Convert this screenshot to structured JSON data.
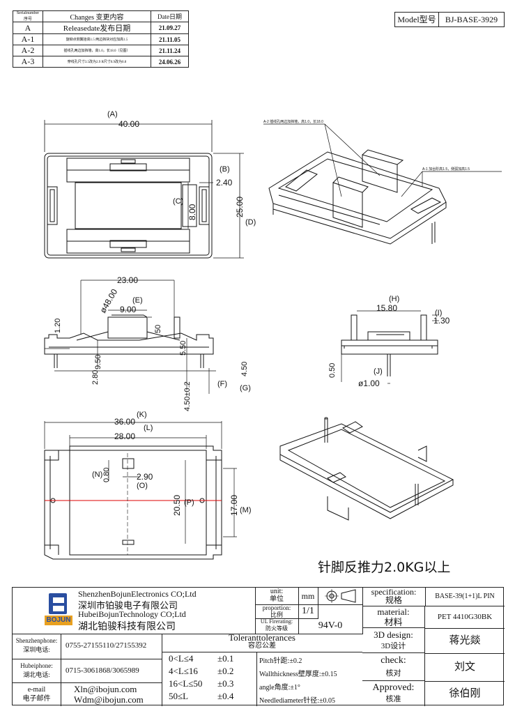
{
  "revisions": {
    "headers": [
      "Serialnumber序号",
      "Changes 变更内容",
      "Date日期"
    ],
    "rows": [
      {
        "no": "A",
        "change": "Releasedate发布日期",
        "date": "21.09.27"
      },
      {
        "no": "A-1",
        "change": "旋铆点侧翼拾高1.5 两边挡块对应加高1.5",
        "date": "21.11.05"
      },
      {
        "no": "A-2",
        "change": "插线孔两边加挡墙，高1.0，长18.0（见图）",
        "date": "21.11.24"
      },
      {
        "no": "A-3",
        "change": "穿线孔尺寸3.5改为2.9 R尺寸0.9改为0.8",
        "date": "24.06.26"
      }
    ]
  },
  "model": {
    "label": "Model型号",
    "value": "BJ-BASE-3929"
  },
  "top_view": {
    "A": "(A)",
    "A_val": "40.00",
    "B": "(B)",
    "B_val": "2.40",
    "C": "(C)",
    "C_val": "8.00",
    "D": "(D)",
    "D_val": "25.00"
  },
  "iso_notes": {
    "a2": "A-2 插线孔两边加挡墙，高1.0，长18.0",
    "a1": "A-1 加台阶高1.5，侧弧加高1.5"
  },
  "front_view": {
    "w23": "23.00",
    "r48": "ø48.00",
    "E": "(E)",
    "w9": "9.00",
    "h50": "50",
    "h120": "1.20",
    "h550": "5.50",
    "h950": "9.50",
    "h280": "2.80",
    "h450pm": "4.50±0.2",
    "F": "(F)",
    "h450": "4.50",
    "G": "(G)"
  },
  "side_view": {
    "H": "(H)",
    "w1580": "15.80",
    "I": "(I)",
    "h130": "1.30",
    "h050": "0.50",
    "J": "(J)",
    "d100": "ø1.00"
  },
  "bottom_view": {
    "K": "(K)",
    "w36": "36.00",
    "L": "(L)",
    "w28": "28.00",
    "N": "(N)",
    "h080": "0.80",
    "w290": "2.90",
    "O": "(O)",
    "h2050": "20.50",
    "P": "(P)",
    "h17": "17.00",
    "M": "(M)"
  },
  "pin_note": "针脚反推力2.0KG以上",
  "company": {
    "en1": "ShenzhenBojunElectronics CO;Ltd",
    "cn1": "深圳市铂骏电子有限公司",
    "en2": "HubeiBojunTechnology CO;Ltd",
    "cn2": "湖北铂骏科技有限公司",
    "logo_text": "BOJUN"
  },
  "unit": {
    "label_en": "unit:",
    "label_cn": "单位",
    "value": "mm"
  },
  "proportion": {
    "label_en": "proportion:",
    "label_cn": "比例",
    "value": "1/1"
  },
  "fire": {
    "label_en": "UL Firerating:",
    "label_cn": "防火等级",
    "value": "94V-0"
  },
  "spec": {
    "label_en": "specification:",
    "label_cn": "规格",
    "value": "BASE-39(1+1)L PIN"
  },
  "material": {
    "label_en": "material:",
    "label_cn": "材料",
    "value": "PET 4410G30BK"
  },
  "design": {
    "label_en": "3D design:",
    "label_cn": "3D设计",
    "value": "蒋光燚"
  },
  "check": {
    "label_en": "check:",
    "label_cn": "核对",
    "value": "刘文"
  },
  "approved": {
    "label_en": "Approved:",
    "label_cn": "核准",
    "value": "徐伯刚"
  },
  "contacts": [
    {
      "label_en": "Shenzhenphone:",
      "label_cn": "深圳电话:",
      "value": "0755-27155110/27155392"
    },
    {
      "label_en": "Hubeiphone:",
      "label_cn": "湖北电话:",
      "value": "0715-3061868/3065989"
    },
    {
      "label_en": "e-mail",
      "label_cn": "电子邮件",
      "value": "Xln@ibojun.com",
      "value2": "Wdm@ibojun.com"
    }
  ],
  "tolerances": {
    "title_en": "Toleranttolerances",
    "title_cn": "容忍公差",
    "rows": [
      {
        "range": "0<L≤4",
        "tol": "±0.1"
      },
      {
        "range": "4<L≤16",
        "tol": "±0.2"
      },
      {
        "range": "16<L≤50",
        "tol": "±0.3"
      },
      {
        "range": "50≤L",
        "tol": "±0.4"
      }
    ],
    "notes": [
      "Pitch针距:±0.2",
      "Wallthickness壁厚度:±0.15",
      "angle角度:±1°",
      "Needlediameter针径:±0.05"
    ]
  }
}
